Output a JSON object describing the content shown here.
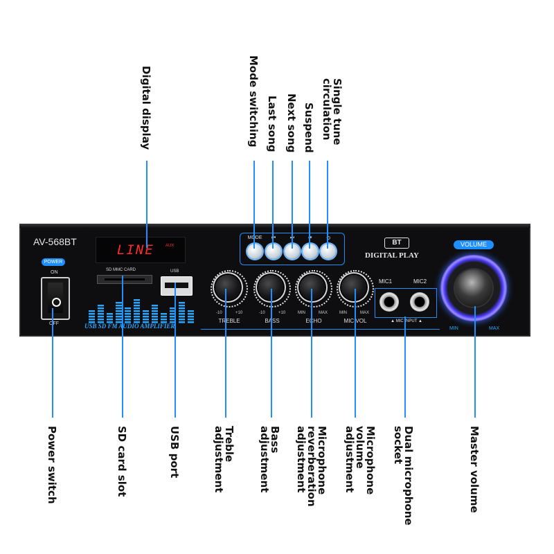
{
  "panel": {
    "model": "AV-568BT",
    "power_badge": "POWER",
    "on_label": "ON",
    "off_label": "OFF",
    "lcd_text": "LINE",
    "lcd_aux": "AUX",
    "sd_label": "SD MMC CARD",
    "usb_label": "USB",
    "strip_text": "USB SD FM AUDIO AMPLIFIER",
    "bt_badge": "BT",
    "digital_play": "DIGITAL PLAY",
    "volume_badge": "VOLUME",
    "min_label": "MIN",
    "max_label": "MAX",
    "mic1": "MIC1",
    "mic2": "MIC2",
    "mic_input": "▲ MIC INPUT ▲",
    "buttons": [
      "MODE",
      "⏮",
      "⏭",
      "⏯",
      "⟲"
    ],
    "knobs": [
      {
        "label": "TREBLE",
        "min": "-10",
        "max": "+10"
      },
      {
        "label": "BASS",
        "min": "-10",
        "max": "+10"
      },
      {
        "label": "ECHO",
        "min": "MIN",
        "max": "MAX"
      },
      {
        "label": "MIC VOL",
        "min": "MIN",
        "max": "MAX"
      }
    ]
  },
  "callouts": {
    "digital_display": [
      "Digital display"
    ],
    "mode_switching": [
      "Mode switching"
    ],
    "last_song": [
      "Last song"
    ],
    "next_song": [
      "Next song"
    ],
    "suspend": [
      "Suspend"
    ],
    "single_tune": [
      "Single tune",
      "circulation"
    ],
    "power_switch": [
      "Power switch"
    ],
    "sd_card_slot": [
      "SD card slot"
    ],
    "usb_port": [
      "USB port"
    ],
    "treble": [
      "Treble",
      "adjustment"
    ],
    "bass": [
      "Bass",
      "adjustment"
    ],
    "mic_reverb": [
      "Microphone",
      "reverberation",
      "adjustment"
    ],
    "mic_volume": [
      "Microphone",
      "volume",
      "adjustment"
    ],
    "dual_mic": [
      "Dual microphone",
      "socket"
    ],
    "master_volume": [
      "Master volume"
    ]
  },
  "colors": {
    "leader_line": "#1e8fff",
    "panel": "#0e0e10",
    "lcd_text": "#ff2a2a",
    "accent": "#2aa6ff"
  }
}
